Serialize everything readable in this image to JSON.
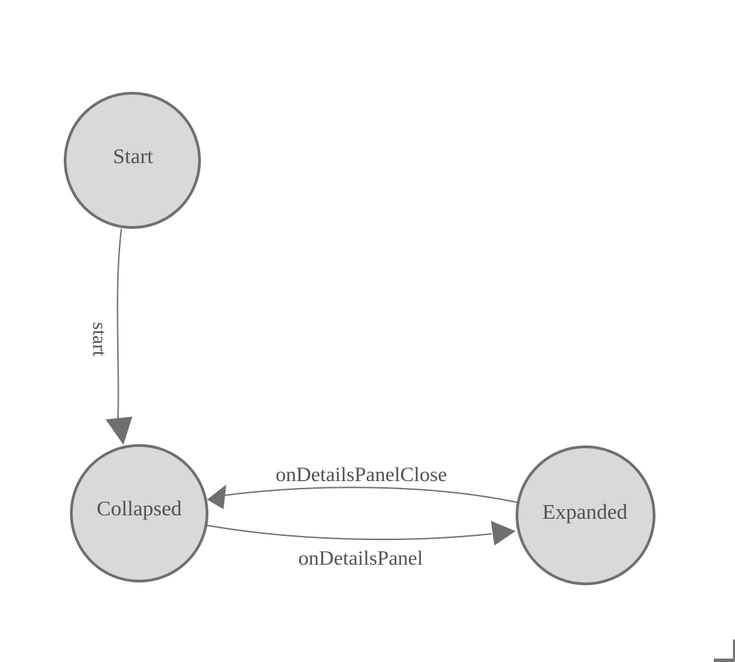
{
  "page": {
    "background": "#ffffff"
  },
  "diagram": {
    "type": "state-machine",
    "nodes": [
      {
        "id": "start",
        "label": "Start"
      },
      {
        "id": "collapsed",
        "label": "Collapsed"
      },
      {
        "id": "expanded",
        "label": "Expanded"
      }
    ],
    "edges": [
      {
        "from": "Start",
        "to": "Collapsed",
        "label": "start"
      },
      {
        "from": "Expanded",
        "to": "Collapsed",
        "label": "onDetailsPanelClose"
      },
      {
        "from": "Collapsed",
        "to": "Expanded",
        "label": "onDetailsPanel"
      }
    ],
    "colors": {
      "node_fill": "#d9d9d9",
      "node_stroke": "#6f6f6f",
      "edge_stroke": "#6f6f6f",
      "label_text": "#4d5359",
      "corner_mark": "#757575"
    }
  }
}
